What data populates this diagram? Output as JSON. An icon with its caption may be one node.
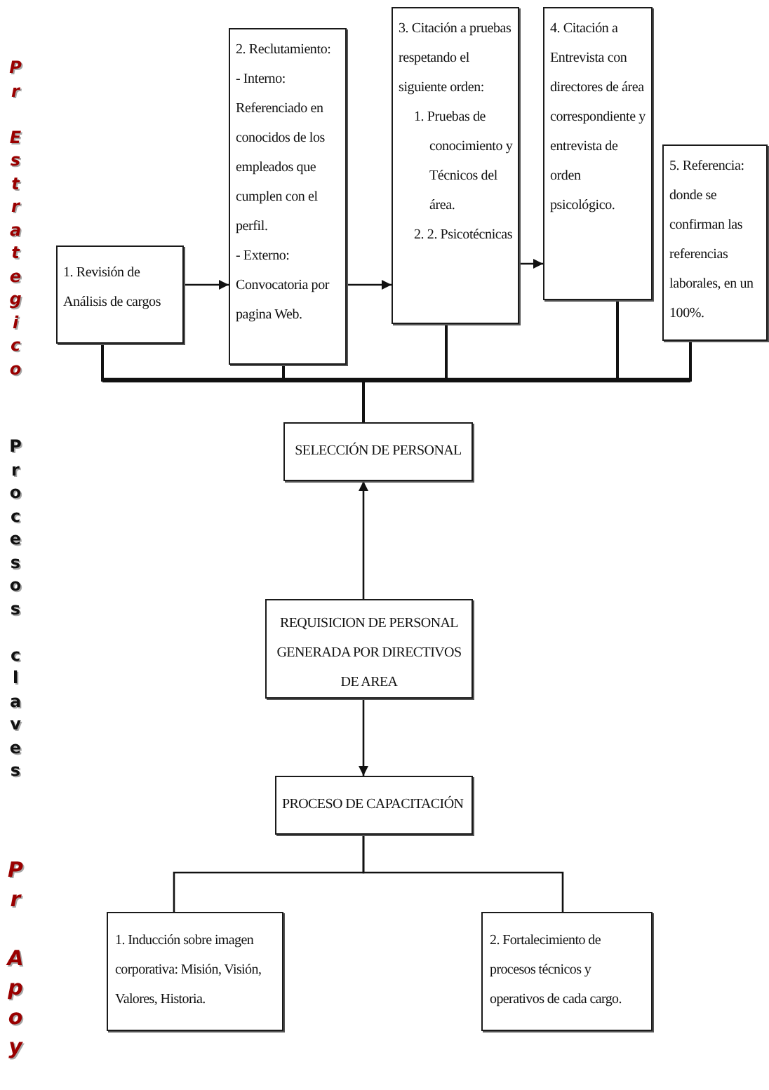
{
  "diagram": {
    "nodes": [
      {
        "text": [
          "1. Revisión de Análisis de cargos"
        ]
      },
      {
        "text": [
          "2. Reclutamiento:",
          "- Interno: Referenciado en conocidos de los empleados que cumplen con el perfil.",
          "- Externo: Convocatoria por pagina Web."
        ]
      },
      {
        "text": [
          "3. Citación a pruebas respetando el siguiente orden:",
          "1. Pruebas de conocimiento y Técnicos del área.",
          "2. 2. Psicotécnicas"
        ]
      },
      {
        "text": [
          "4. Citación a Entrevista con directores de área correspondiente y entrevista de orden psicológico."
        ]
      },
      {
        "text": [
          "5. Referencia: donde se confirman las referencias laborales, en un 100%."
        ]
      },
      {
        "text": [
          "SELECCIÓN DE PERSONAL"
        ]
      },
      {
        "text": [
          "REQUISICION DE PERSONAL GENERADA POR DIRECTIVOS DE AREA"
        ]
      },
      {
        "text": [
          "PROCESO DE CAPACITACIÓN"
        ]
      },
      {
        "text": [
          "1. Inducción sobre imagen corporativa: Misión, Visión, Valores, Historia."
        ]
      },
      {
        "text": [
          "2. Fortalecimiento de procesos técnicos y operativos de cada cargo."
        ]
      }
    ],
    "edges": [
      {
        "from": 0,
        "to": 1,
        "arrow": "to"
      },
      {
        "from": 1,
        "to": 2,
        "arrow": "to"
      },
      {
        "from": 2,
        "to": 3,
        "arrow": "to"
      },
      {
        "from": 0,
        "to": 5,
        "arrow": "none",
        "style": "thick"
      },
      {
        "from": 1,
        "to": 5,
        "arrow": "none",
        "style": "thick"
      },
      {
        "from": 2,
        "to": 5,
        "arrow": "none",
        "style": "thick"
      },
      {
        "from": 3,
        "to": 5,
        "arrow": "none",
        "style": "thick"
      },
      {
        "from": 4,
        "to": 5,
        "arrow": "none",
        "style": "thick"
      },
      {
        "from": 6,
        "to": 5,
        "arrow": "to"
      },
      {
        "from": 6,
        "to": 7,
        "arrow": "to"
      },
      {
        "from": 7,
        "to": 8,
        "arrow": "none"
      },
      {
        "from": 7,
        "to": 9,
        "arrow": "none"
      }
    ],
    "labels": [
      "Pr Estrategico",
      "Procesos claves",
      "Pr Apoy"
    ]
  }
}
